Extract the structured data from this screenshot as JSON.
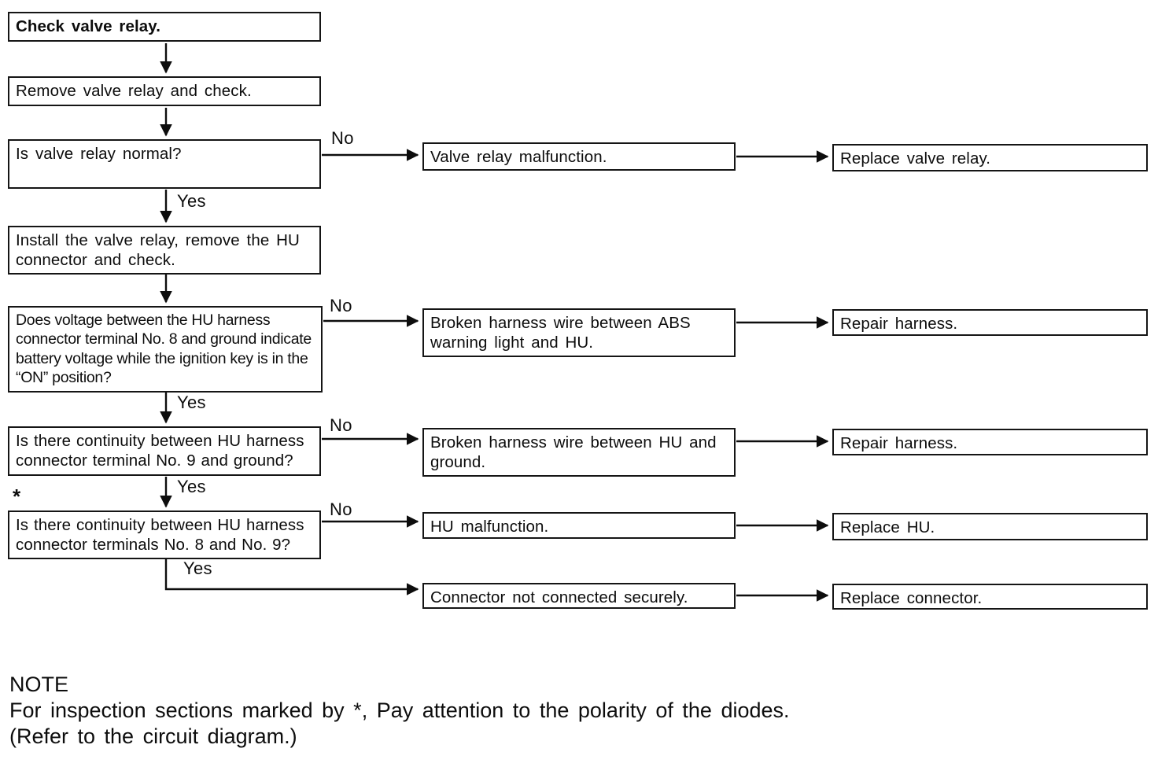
{
  "colors": {
    "ink": "#0d0d0d",
    "paper": "#ffffff"
  },
  "nodes": {
    "check_valve_relay": "Check valve relay.",
    "remove_valve_relay": "Remove valve relay and check.",
    "is_valve_relay_normal": "Is valve relay normal?",
    "valve_relay_malfunction": "Valve relay malfunction.",
    "replace_valve_relay": "Replace valve relay.",
    "install_valve_relay": "Install the valve relay, remove the HU connector and check.",
    "voltage_check": "Does voltage between the HU harness connector terminal No. 8 and ground indicate battery voltage while the ignition key is in the “ON” position?",
    "broken_harness_abs": "Broken harness wire between ABS warning light and HU.",
    "repair_harness_1": "Repair harness.",
    "continuity_no9_ground": "Is there continuity between HU harness connector terminal No. 9 and ground?",
    "broken_harness_ground": "Broken harness wire between HU and ground.",
    "repair_harness_2": "Repair harness.",
    "continuity_no8_no9": "Is there continuity between HU harness connector terminals No. 8 and No. 9?",
    "hu_malfunction": "HU malfunction.",
    "replace_hu": "Replace HU.",
    "connector_not_connected": "Connector not connected securely.",
    "replace_connector": "Replace connector."
  },
  "branch_labels": {
    "no_1": "No",
    "yes_1": "Yes",
    "no_2": "No",
    "yes_2": "Yes",
    "no_3": "No",
    "yes_3": "Yes",
    "no_4": "No",
    "yes_4": "Yes",
    "asterisk": "*"
  },
  "note": {
    "heading": "NOTE",
    "line1": "For inspection sections marked by *, Pay attention to the polarity of the diodes.",
    "line2": "(Refer to the circuit diagram.)"
  }
}
